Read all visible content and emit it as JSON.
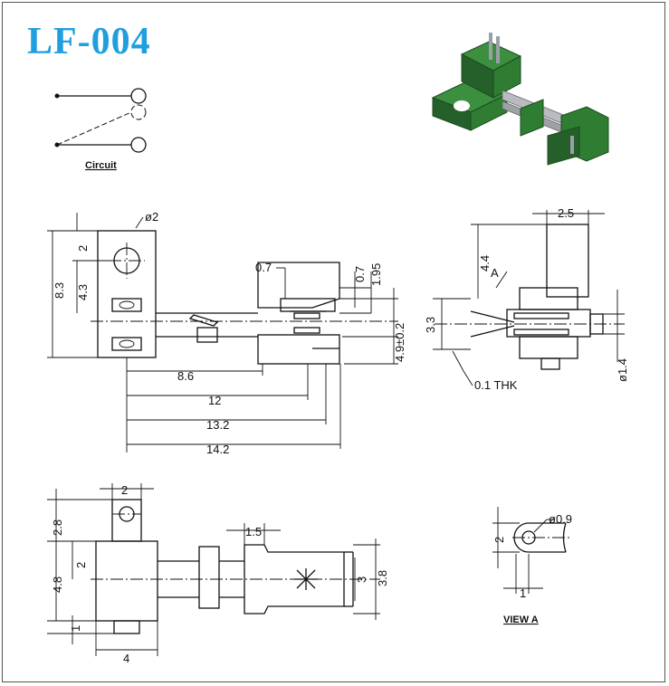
{
  "title": "LF-004",
  "circuit_label": "Circuit",
  "view_label": "VIEW A",
  "colors": {
    "title": "#1f9ee0",
    "product_green": "#2e7d32",
    "product_dark": "#1b4d1f"
  },
  "dims": {
    "d_hole": "ø2",
    "h_2": "2",
    "h_4_3": "4.3",
    "h_8_3": "8.3",
    "d_0_7a": "0.7",
    "d_0_7b": "0.7",
    "d_1_95": "1.95",
    "d_4_9": "4.9±0.2",
    "l_8_6": "8.6",
    "l_12": "12",
    "l_13_2": "13.2",
    "l_14_2": "14.2",
    "s_2_5": "2.5",
    "s_4_4": "4.4",
    "s_a": "A",
    "s_3_3": "3.3",
    "s_thk": "0.1  THK",
    "s_1_4": "ø1.4",
    "b_2": "2",
    "b_2_8": "2.8",
    "b_1_5": "1.5",
    "b_2b": "2",
    "b_4_8": "4.8",
    "b_3": "3",
    "b_3_8": "3.8",
    "b_1": "1",
    "b_4": "4",
    "v_0_9": "ø0.9",
    "v_2": "2",
    "v_1": "1"
  }
}
